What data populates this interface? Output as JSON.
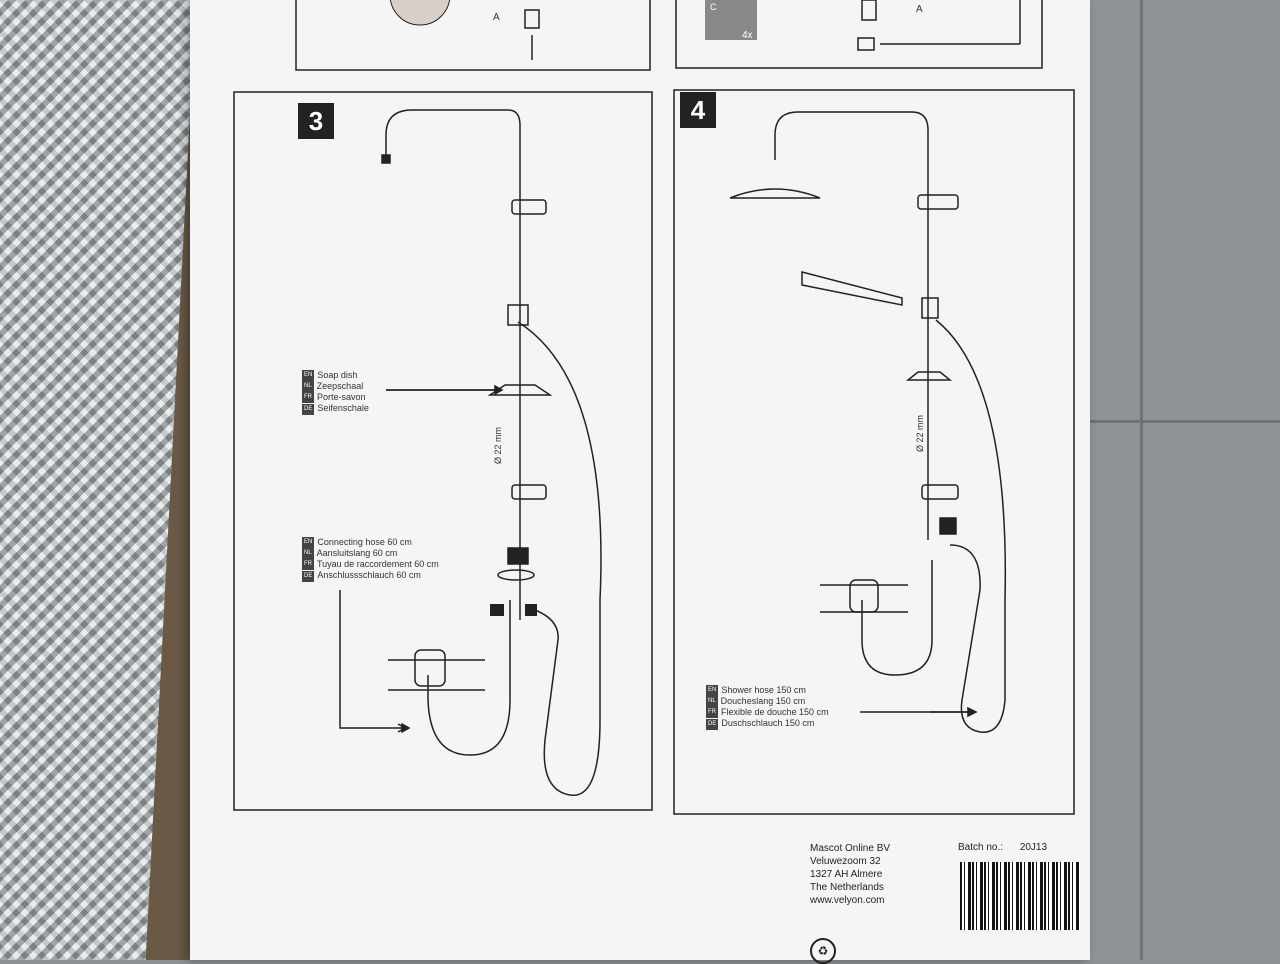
{
  "panels": [
    {
      "step": "3",
      "labels": {
        "soap_dish": [
          "Soap dish",
          "Zeepschaal",
          "Porte-savon",
          "Seifenschale"
        ],
        "connecting_hose": [
          "Connecting hose 60 cm",
          "Aansluitslang 60 cm",
          "Tuyau de raccordement 60 cm",
          "Anschlussschlauch 60 cm"
        ]
      },
      "diameter": "Ø 22 mm"
    },
    {
      "step": "4",
      "labels": {
        "shower_hose": [
          "Shower hose 150 cm",
          "Doucheslang 150 cm",
          "Flexible de douche 150 cm",
          "Duschschlauch 150 cm"
        ]
      },
      "diameter": "Ø 22 mm"
    }
  ],
  "lang_tags": [
    "EN",
    "NL",
    "FR",
    "DE"
  ],
  "top_fragments": {
    "a_left": "A",
    "a_right": "A",
    "qty": "4x",
    "letter": "C"
  },
  "address": {
    "company": "Mascot Online BV",
    "street": "Veluwezoom 32",
    "city": "1327 AH Almere",
    "country": "The Netherlands",
    "web": "www.velyon.com"
  },
  "batch": {
    "label": "Batch no.:",
    "value": "20J13"
  }
}
